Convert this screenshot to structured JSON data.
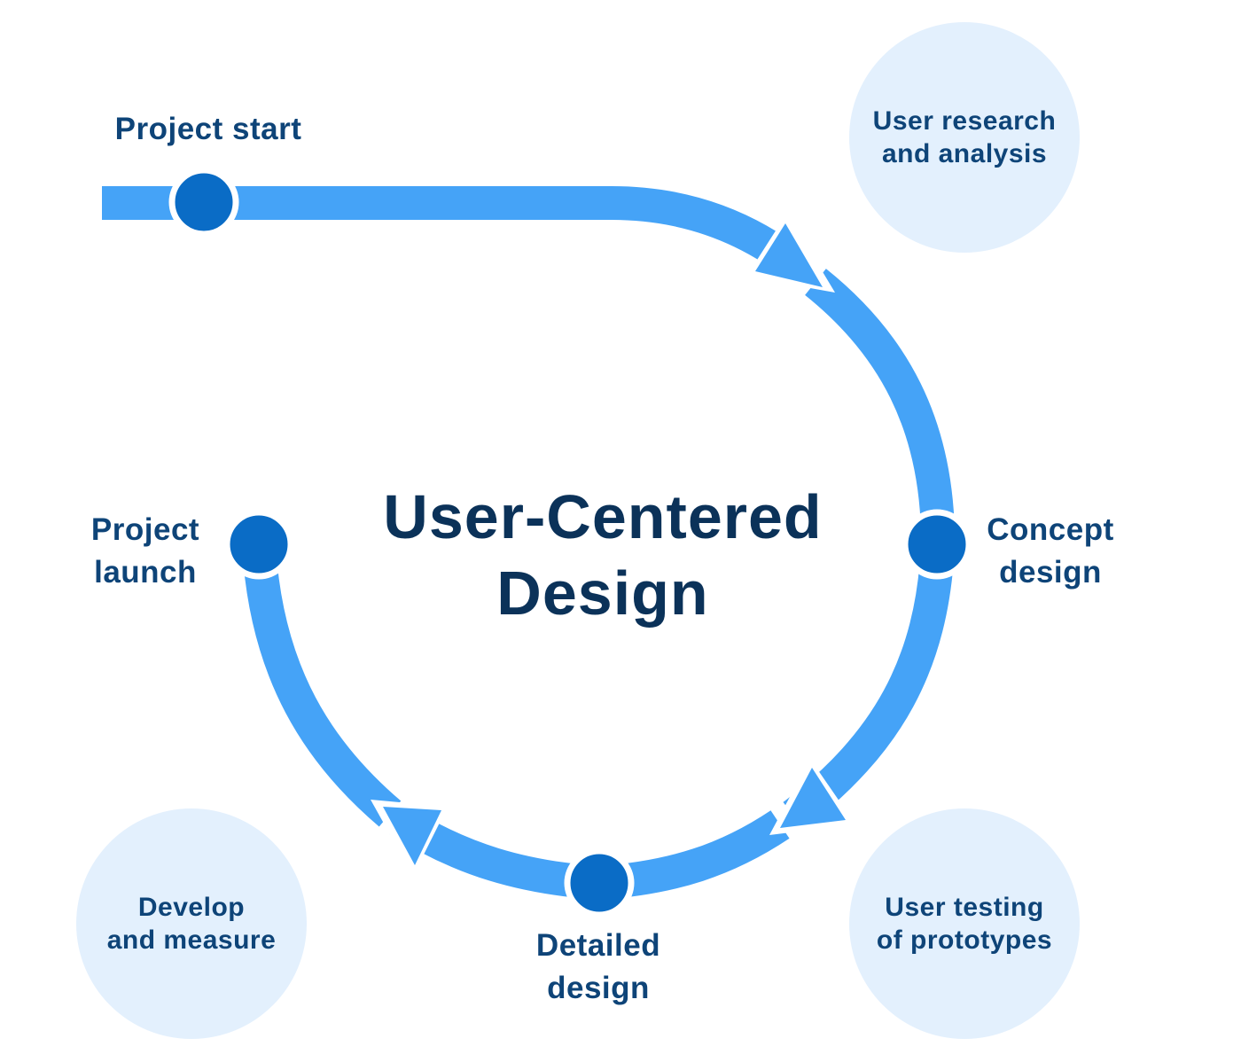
{
  "title": "User-Centered\nDesign",
  "stages": {
    "project_start": "Project start",
    "concept_design": "Concept\ndesign",
    "detailed_design": "Detailed\ndesign",
    "project_launch": "Project\nlaunch"
  },
  "bubbles": {
    "user_research": "User research\nand analysis",
    "user_testing": "User testing\nof prototypes",
    "develop_measure": "Develop\nand measure"
  },
  "colors": {
    "path": "#45a3f7",
    "node": "#0a6cc6",
    "bubble": "#e3f0fd",
    "text": "#0e4478"
  }
}
